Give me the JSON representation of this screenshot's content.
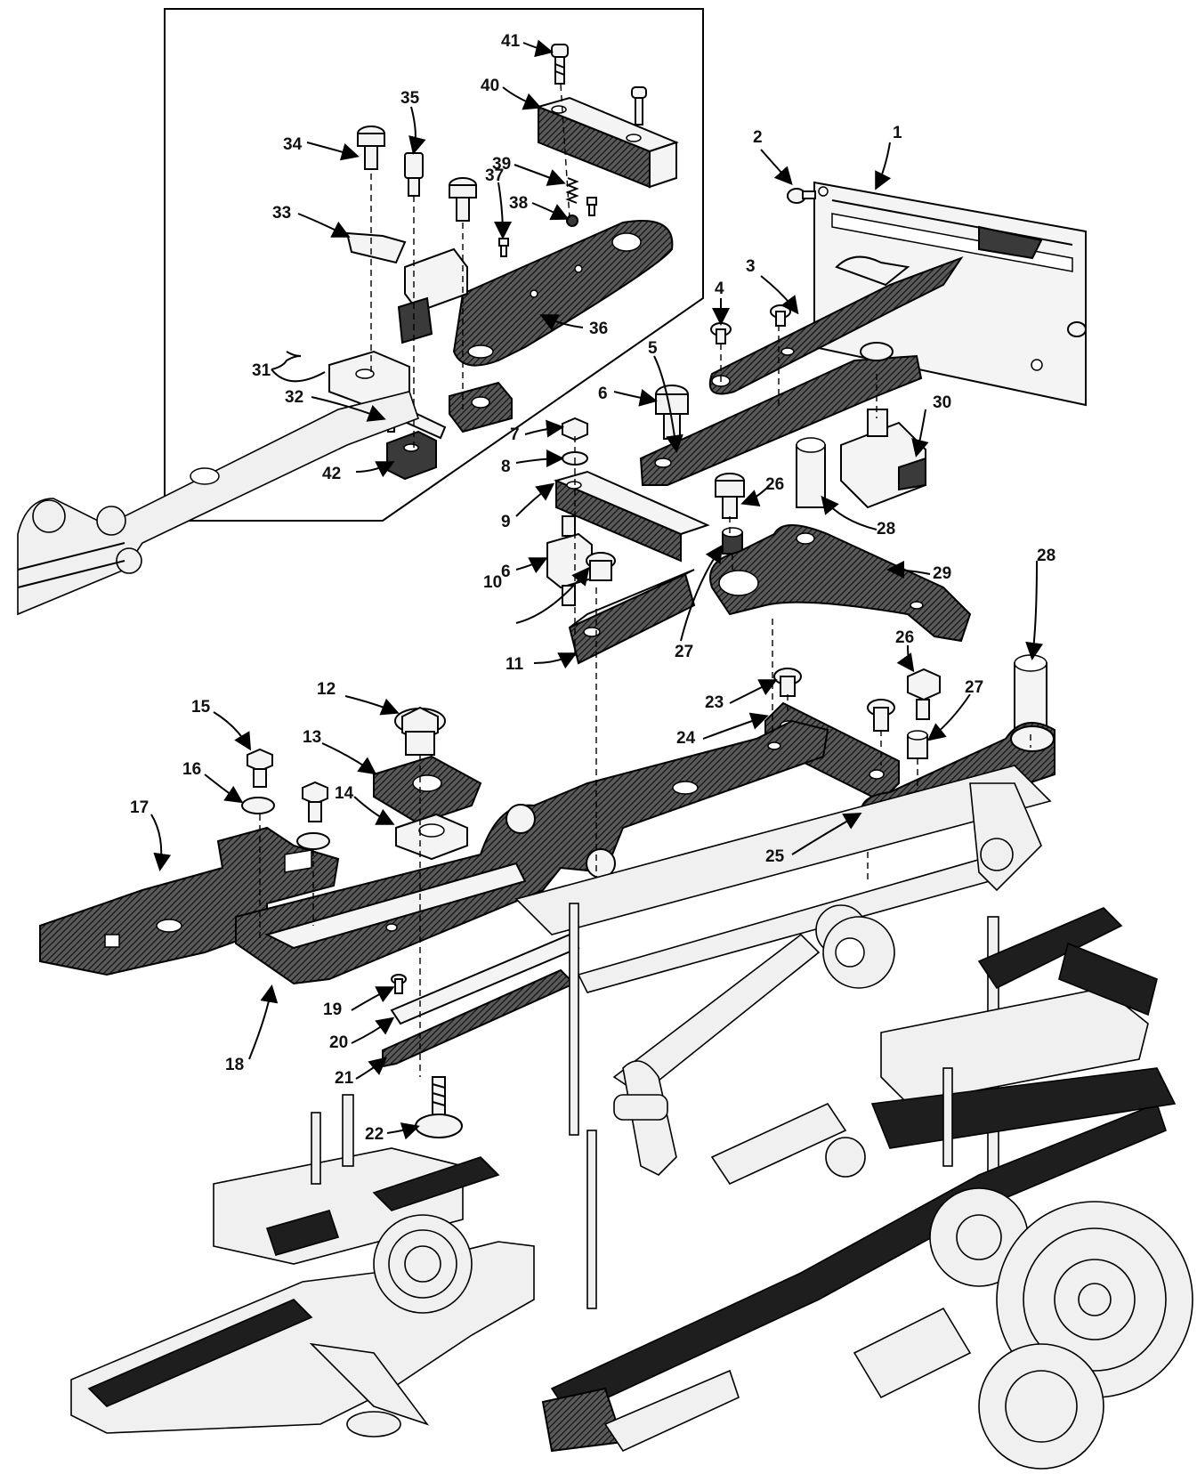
{
  "callouts": [
    {
      "id": "c1",
      "text": "1"
    },
    {
      "id": "c2",
      "text": "2"
    },
    {
      "id": "c3",
      "text": "3"
    },
    {
      "id": "c4",
      "text": "4"
    },
    {
      "id": "c5",
      "text": "5"
    },
    {
      "id": "c6a",
      "text": "6"
    },
    {
      "id": "c6b",
      "text": "6"
    },
    {
      "id": "c7",
      "text": "7"
    },
    {
      "id": "c8",
      "text": "8"
    },
    {
      "id": "c9",
      "text": "9"
    },
    {
      "id": "c10",
      "text": "10"
    },
    {
      "id": "c11",
      "text": "11"
    },
    {
      "id": "c12",
      "text": "12"
    },
    {
      "id": "c13",
      "text": "13"
    },
    {
      "id": "c14",
      "text": "14"
    },
    {
      "id": "c15",
      "text": "15"
    },
    {
      "id": "c16",
      "text": "16"
    },
    {
      "id": "c17",
      "text": "17"
    },
    {
      "id": "c18",
      "text": "18"
    },
    {
      "id": "c19",
      "text": "19"
    },
    {
      "id": "c20",
      "text": "20"
    },
    {
      "id": "c21",
      "text": "21"
    },
    {
      "id": "c22",
      "text": "22"
    },
    {
      "id": "c23",
      "text": "23"
    },
    {
      "id": "c24",
      "text": "24"
    },
    {
      "id": "c25",
      "text": "25"
    },
    {
      "id": "c26a",
      "text": "26"
    },
    {
      "id": "c26b",
      "text": "26"
    },
    {
      "id": "c27a",
      "text": "27"
    },
    {
      "id": "c27b",
      "text": "27"
    },
    {
      "id": "c28a",
      "text": "28"
    },
    {
      "id": "c28b",
      "text": "28"
    },
    {
      "id": "c29",
      "text": "29"
    },
    {
      "id": "c30",
      "text": "30"
    },
    {
      "id": "c31",
      "text": "31"
    },
    {
      "id": "c32",
      "text": "32"
    },
    {
      "id": "c33",
      "text": "33"
    },
    {
      "id": "c34",
      "text": "34"
    },
    {
      "id": "c35",
      "text": "35"
    },
    {
      "id": "c36",
      "text": "36"
    },
    {
      "id": "c37",
      "text": "37"
    },
    {
      "id": "c38",
      "text": "38"
    },
    {
      "id": "c39",
      "text": "39"
    },
    {
      "id": "c40",
      "text": "40"
    },
    {
      "id": "c41",
      "text": "41"
    },
    {
      "id": "c42",
      "text": "42"
    }
  ]
}
